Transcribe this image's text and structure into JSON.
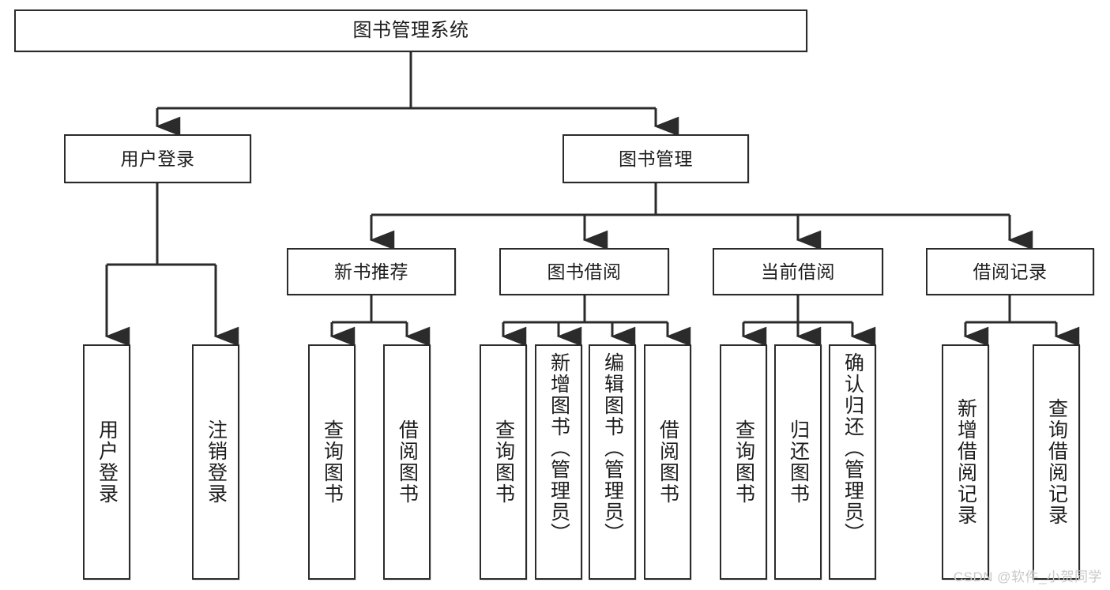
{
  "diagram": {
    "title_node": {
      "id": "root",
      "label": "图书管理系统"
    },
    "level2": [
      {
        "id": "user-login",
        "label": "用户登录"
      },
      {
        "id": "book-manage",
        "label": "图书管理"
      }
    ],
    "level3": [
      {
        "id": "new-book-recommend",
        "label": "新书推荐"
      },
      {
        "id": "book-borrow",
        "label": "图书借阅"
      },
      {
        "id": "current-borrow",
        "label": "当前借阅"
      },
      {
        "id": "borrow-record",
        "label": "借阅记录"
      }
    ],
    "leaves": {
      "user_login": [
        {
          "id": "leaf-user-login",
          "label": "用户登录"
        },
        {
          "id": "leaf-logout-login",
          "label": "注销登录"
        }
      ],
      "new_book_recommend": [
        {
          "id": "leaf-query-book-1",
          "label": "查询图书"
        },
        {
          "id": "leaf-borrow-book-1",
          "label": "借阅图书"
        }
      ],
      "book_borrow": [
        {
          "id": "leaf-query-book-2",
          "label": "查询图书"
        },
        {
          "id": "leaf-add-book",
          "label": "新增图书（管理员）"
        },
        {
          "id": "leaf-edit-book",
          "label": "编辑图书（管理员）"
        },
        {
          "id": "leaf-borrow-book-2",
          "label": "借阅图书"
        }
      ],
      "current_borrow": [
        {
          "id": "leaf-query-book-3",
          "label": "查询图书"
        },
        {
          "id": "leaf-return-book",
          "label": "归还图书"
        },
        {
          "id": "leaf-confirm-return",
          "label": "确认归还（管理员）"
        }
      ],
      "borrow_record": [
        {
          "id": "leaf-add-record",
          "label": "新增借阅记录"
        },
        {
          "id": "leaf-query-record",
          "label": "查询借阅记录"
        }
      ]
    }
  },
  "watermark": {
    "text": "CSDN @软件_小贺同学"
  },
  "colors": {
    "stroke": "#2b2b2b",
    "box_fill": "#ffffff",
    "text": "#1d1d1d",
    "watermark": "#c9c9c9",
    "background": "#ffffff"
  }
}
